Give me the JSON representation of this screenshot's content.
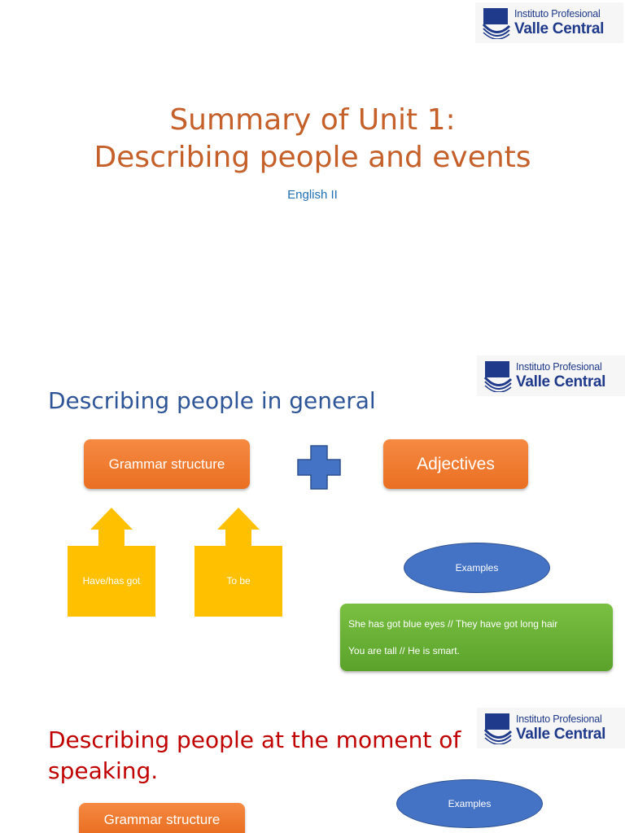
{
  "logo": {
    "line1": "Instituto Profesional",
    "line2": "Valle Central"
  },
  "slide1": {
    "title_line1": "Summary of Unit 1:",
    "title_line2": "Describing people and events",
    "subtitle": "English II"
  },
  "slide2": {
    "heading": "Describing people in general",
    "grammar_label": "Grammar structure",
    "adjectives_label": "Adjectives",
    "arrow1_label": "Have/has got",
    "arrow2_label": "To be",
    "examples_label": "Examples",
    "example_lines": [
      "She has got blue eyes // They have got long hair",
      "You are tall // He is smart."
    ]
  },
  "slide3": {
    "heading_line1": "Describing people at the moment of",
    "heading_line2": "speaking.",
    "grammar_label": "Grammar structure",
    "examples_label": "Examples"
  },
  "colors": {
    "title": "#c5602a",
    "heading_blue": "#2e5597",
    "heading_red": "#c00000",
    "orange": "#ed7d31",
    "yellow": "#ffc000",
    "plus": "#4472c4",
    "green": "#70ad47",
    "logo": "#1f3a8a"
  }
}
